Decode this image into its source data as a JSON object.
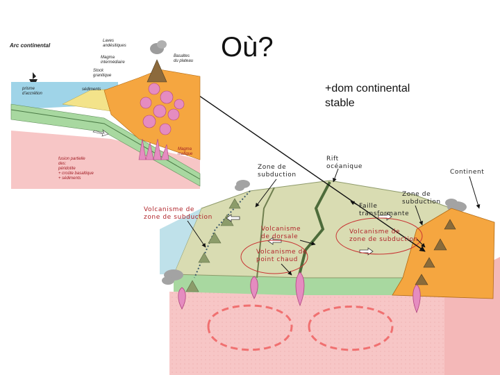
{
  "slide": {
    "title": "Où?",
    "note_line1": "+dom continental",
    "note_line2": "stable"
  },
  "inset": {
    "title": "Arc continental",
    "laves": "Laves\nandésitiques",
    "magma_intermediaire": "Magma\nintermédiaire",
    "stock": "Stock\ngranitique",
    "basaltes": "Basaltes\ndu plateau",
    "prisme": "prisme\nd'accrétion",
    "sediments": "sédiments",
    "magma_mafique": "Magma\nmafique",
    "fusion": "fusion partielle\ndes:\npéridotite\n+ croûte basaltique\n+ sédiments"
  },
  "block": {
    "zone_subduction_left": "Zone de\nsubduction",
    "rift": "Rift\nocéanique",
    "continent": "Continent",
    "volcanisme_zone_subduction_left": "Volcanisme de\nzone de subduction",
    "zone_subduction_right": "Zone de\nsubduction",
    "faille": "Faille\ntransformante",
    "volcanisme_dorsale": "Volcanisme\nde dorsale",
    "volcanisme_zone_subduction_right": "Volcanisme de\nzone de subduction",
    "volcanisme_point_chaud": "Volcanisme de\npoint chaud"
  },
  "colors": {
    "ocean_floor": "#d9dcb2",
    "mantle": "#f7c6c6",
    "lithosphere": "#a8d8a0",
    "magma": "#e58cc0",
    "continent": "#f5a640",
    "sea": "#9fd4e8",
    "annotation_red": "#c83232"
  }
}
